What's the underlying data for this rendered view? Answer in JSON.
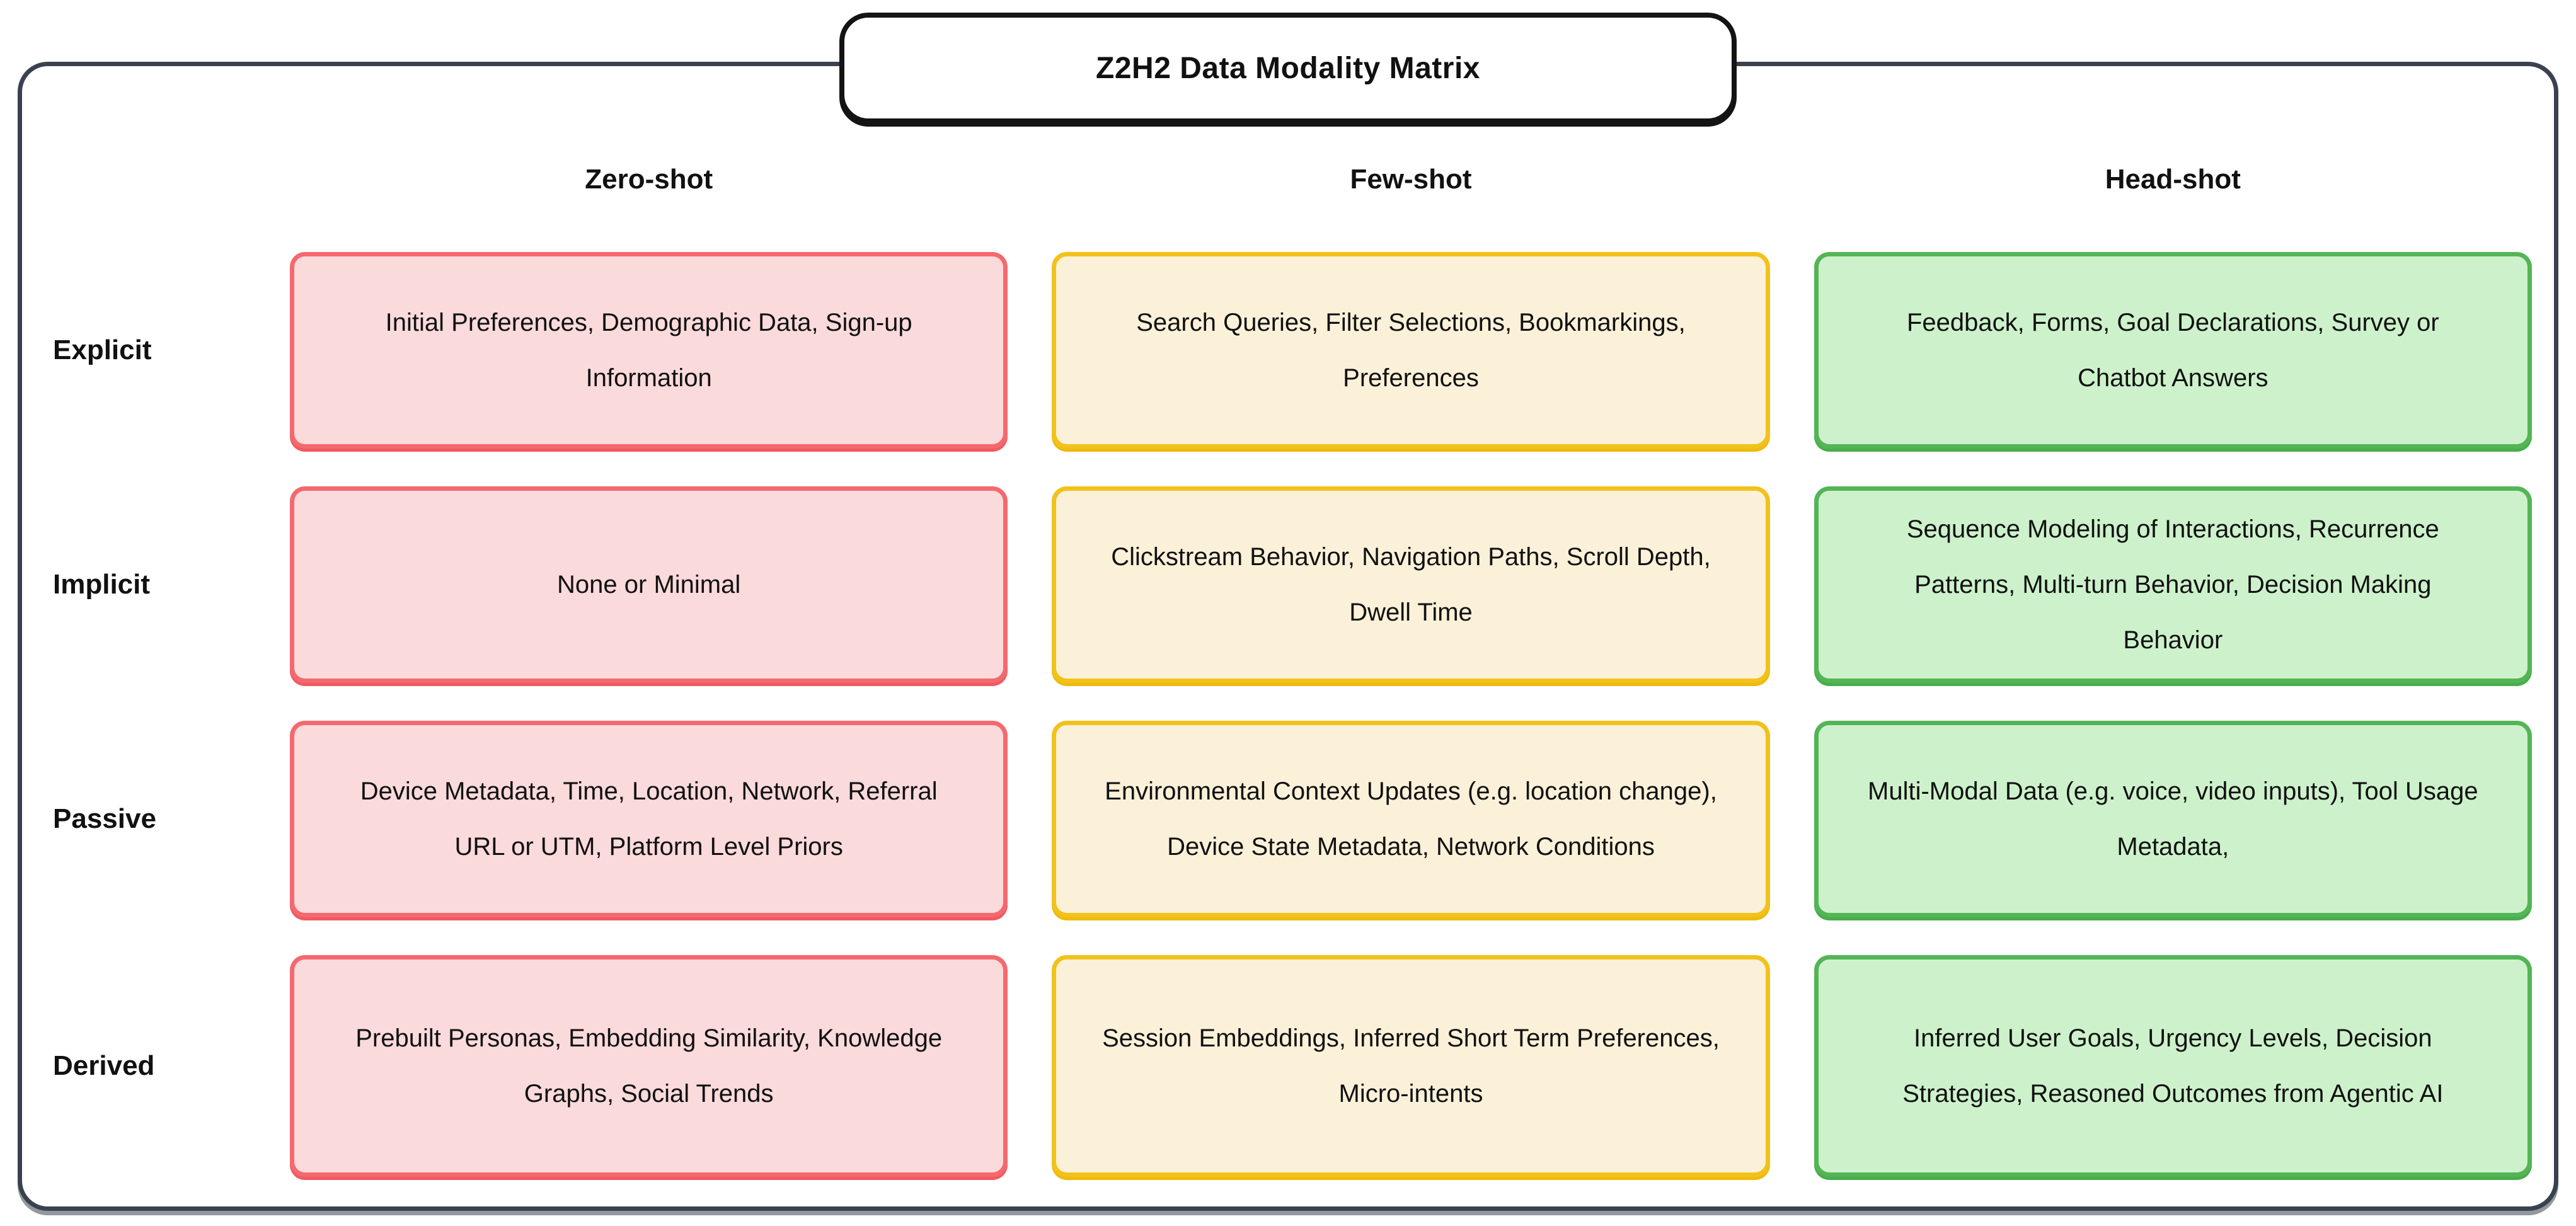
{
  "title": "Z2H2 Data Modality Matrix",
  "column_headers": [
    "Zero-shot",
    "Few-shot",
    "Head-shot"
  ],
  "rows": [
    {
      "label": "Explicit",
      "cells": [
        "Initial Preferences, Demographic Data, Sign-up Information",
        "Search Queries, Filter Selections, Bookmarkings, Preferences",
        "Feedback, Forms, Goal Declarations, Survey or Chatbot Answers"
      ]
    },
    {
      "label": "Implicit",
      "cells": [
        "None or Minimal",
        "Clickstream Behavior, Navigation Paths, Scroll Depth, Dwell Time",
        "Sequence Modeling of Interactions, Recurrence Patterns, Multi-turn Behavior, Decision Making Behavior"
      ]
    },
    {
      "label": "Passive",
      "cells": [
        "Device Metadata, Time, Location, Network, Referral URL or UTM, Platform Level Priors",
        "Environmental Context Updates (e.g. location change), Device State Metadata, Network Conditions",
        "Multi-Modal Data (e.g. voice, video inputs), Tool Usage Metadata,"
      ]
    },
    {
      "label": "Derived",
      "cells": [
        "Prebuilt Personas, Embedding Similarity, Knowledge Graphs, Social Trends",
        "Session Embeddings, Inferred Short Term Preferences, Micro-intents",
        "Inferred User Goals, Urgency Levels, Decision Strategies, Reasoned Outcomes from Agentic AI"
      ]
    }
  ],
  "colors": {
    "zero_shot_fill": "#fbdadc",
    "zero_shot_border": "#f4696e",
    "few_shot_fill": "#fbf1d9",
    "few_shot_border": "#f2c21b",
    "head_shot_fill": "#cdf2cb",
    "head_shot_border": "#54b556",
    "frame_border": "#3a414e",
    "title_border": "#141414",
    "text": "#111111"
  }
}
